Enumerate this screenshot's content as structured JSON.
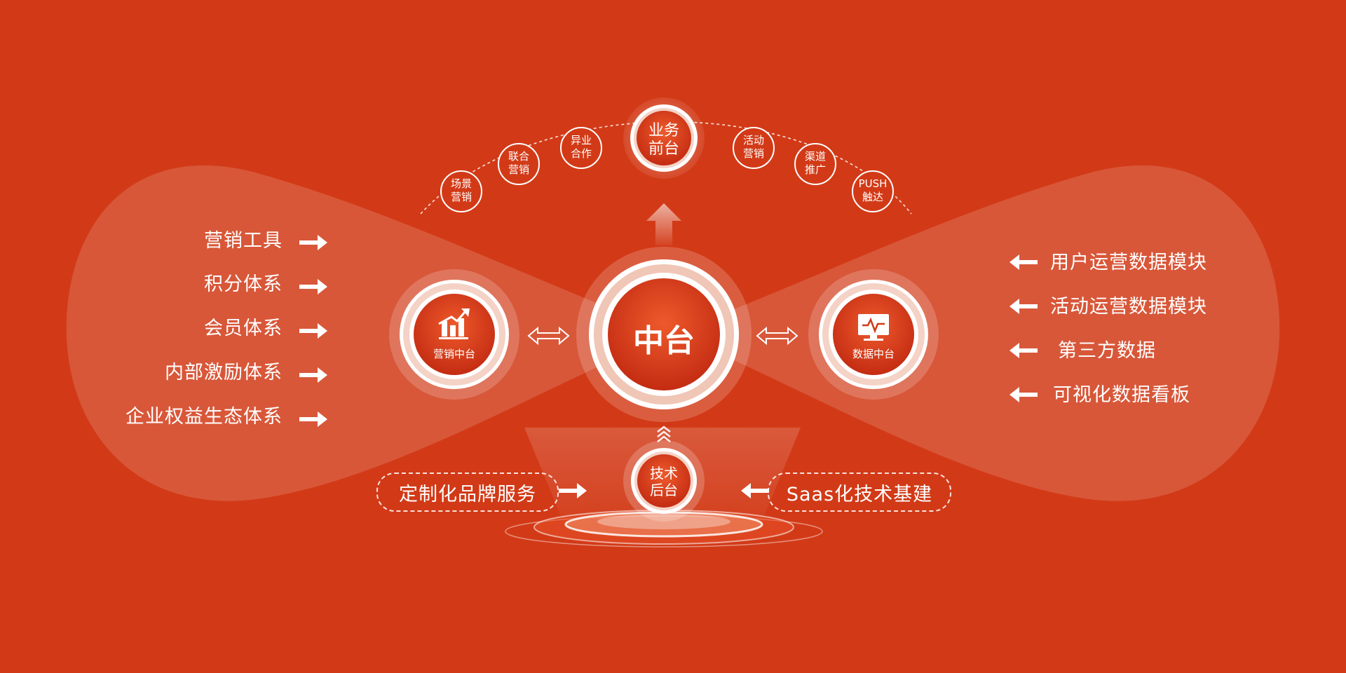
{
  "colors": {
    "background": "#d23a17",
    "circle_fill": "#e24a22",
    "circle_dark": "#c42c12",
    "white": "#ffffff"
  },
  "front_office": {
    "center_label_line1": "业务",
    "center_label_line2": "前台",
    "bubbles_left": [
      {
        "line1": "场景",
        "line2": "营销"
      },
      {
        "line1": "联合",
        "line2": "营销"
      },
      {
        "line1": "异业",
        "line2": "合作"
      }
    ],
    "bubbles_right": [
      {
        "line1": "活动",
        "line2": "营销"
      },
      {
        "line1": "渠道",
        "line2": "推广"
      },
      {
        "line1": "PUSH",
        "line2": "触达"
      }
    ]
  },
  "middle_office": {
    "title": "中台",
    "marketing_hub": {
      "label": "营销中台",
      "icon": "bar-chart-trend-icon"
    },
    "data_hub": {
      "label": "数据中台",
      "icon": "monitor-pulse-icon"
    }
  },
  "left_list": [
    {
      "label": "营销工具"
    },
    {
      "label": "积分体系"
    },
    {
      "label": "会员体系"
    },
    {
      "label": "内部激励体系"
    },
    {
      "label": "企业权益生态体系"
    }
  ],
  "right_list": [
    {
      "label": "用户运营数据模块"
    },
    {
      "label": "活动运营数据模块"
    },
    {
      "label": "第三方数据"
    },
    {
      "label": "可视化数据看板"
    }
  ],
  "back_office": {
    "label_line1": "技术",
    "label_line2": "后台",
    "left_pill": "定制化品牌服务",
    "right_pill": "Saas化技术基建"
  }
}
